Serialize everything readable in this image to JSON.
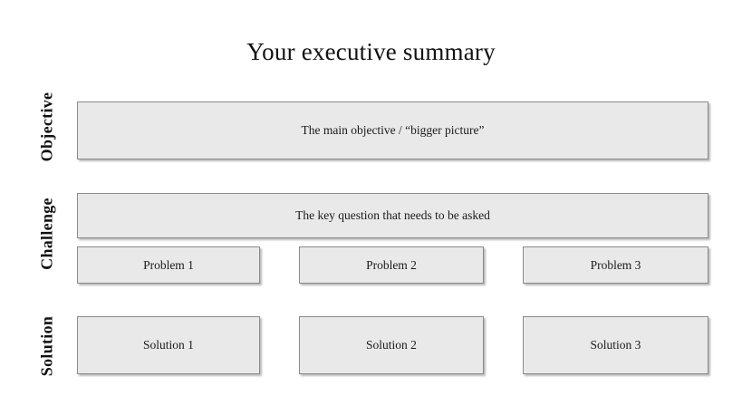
{
  "slide": {
    "title": "Your executive summary",
    "labels": {
      "objective": "Objective",
      "challenge": "Challenge",
      "solution": "Solution"
    },
    "boxes": {
      "objective": "The main objective / “bigger picture”",
      "challenge": "The key question that needs to be asked",
      "problems": [
        "Problem 1",
        "Problem 2",
        "Problem 3"
      ],
      "solutions": [
        "Solution 1",
        "Solution 2",
        "Solution 3"
      ]
    },
    "colors": {
      "background": "#ffffff",
      "box_fill": "#e9e9e9",
      "box_border": "#8a8a8a",
      "text": "#1a1a1a"
    }
  }
}
